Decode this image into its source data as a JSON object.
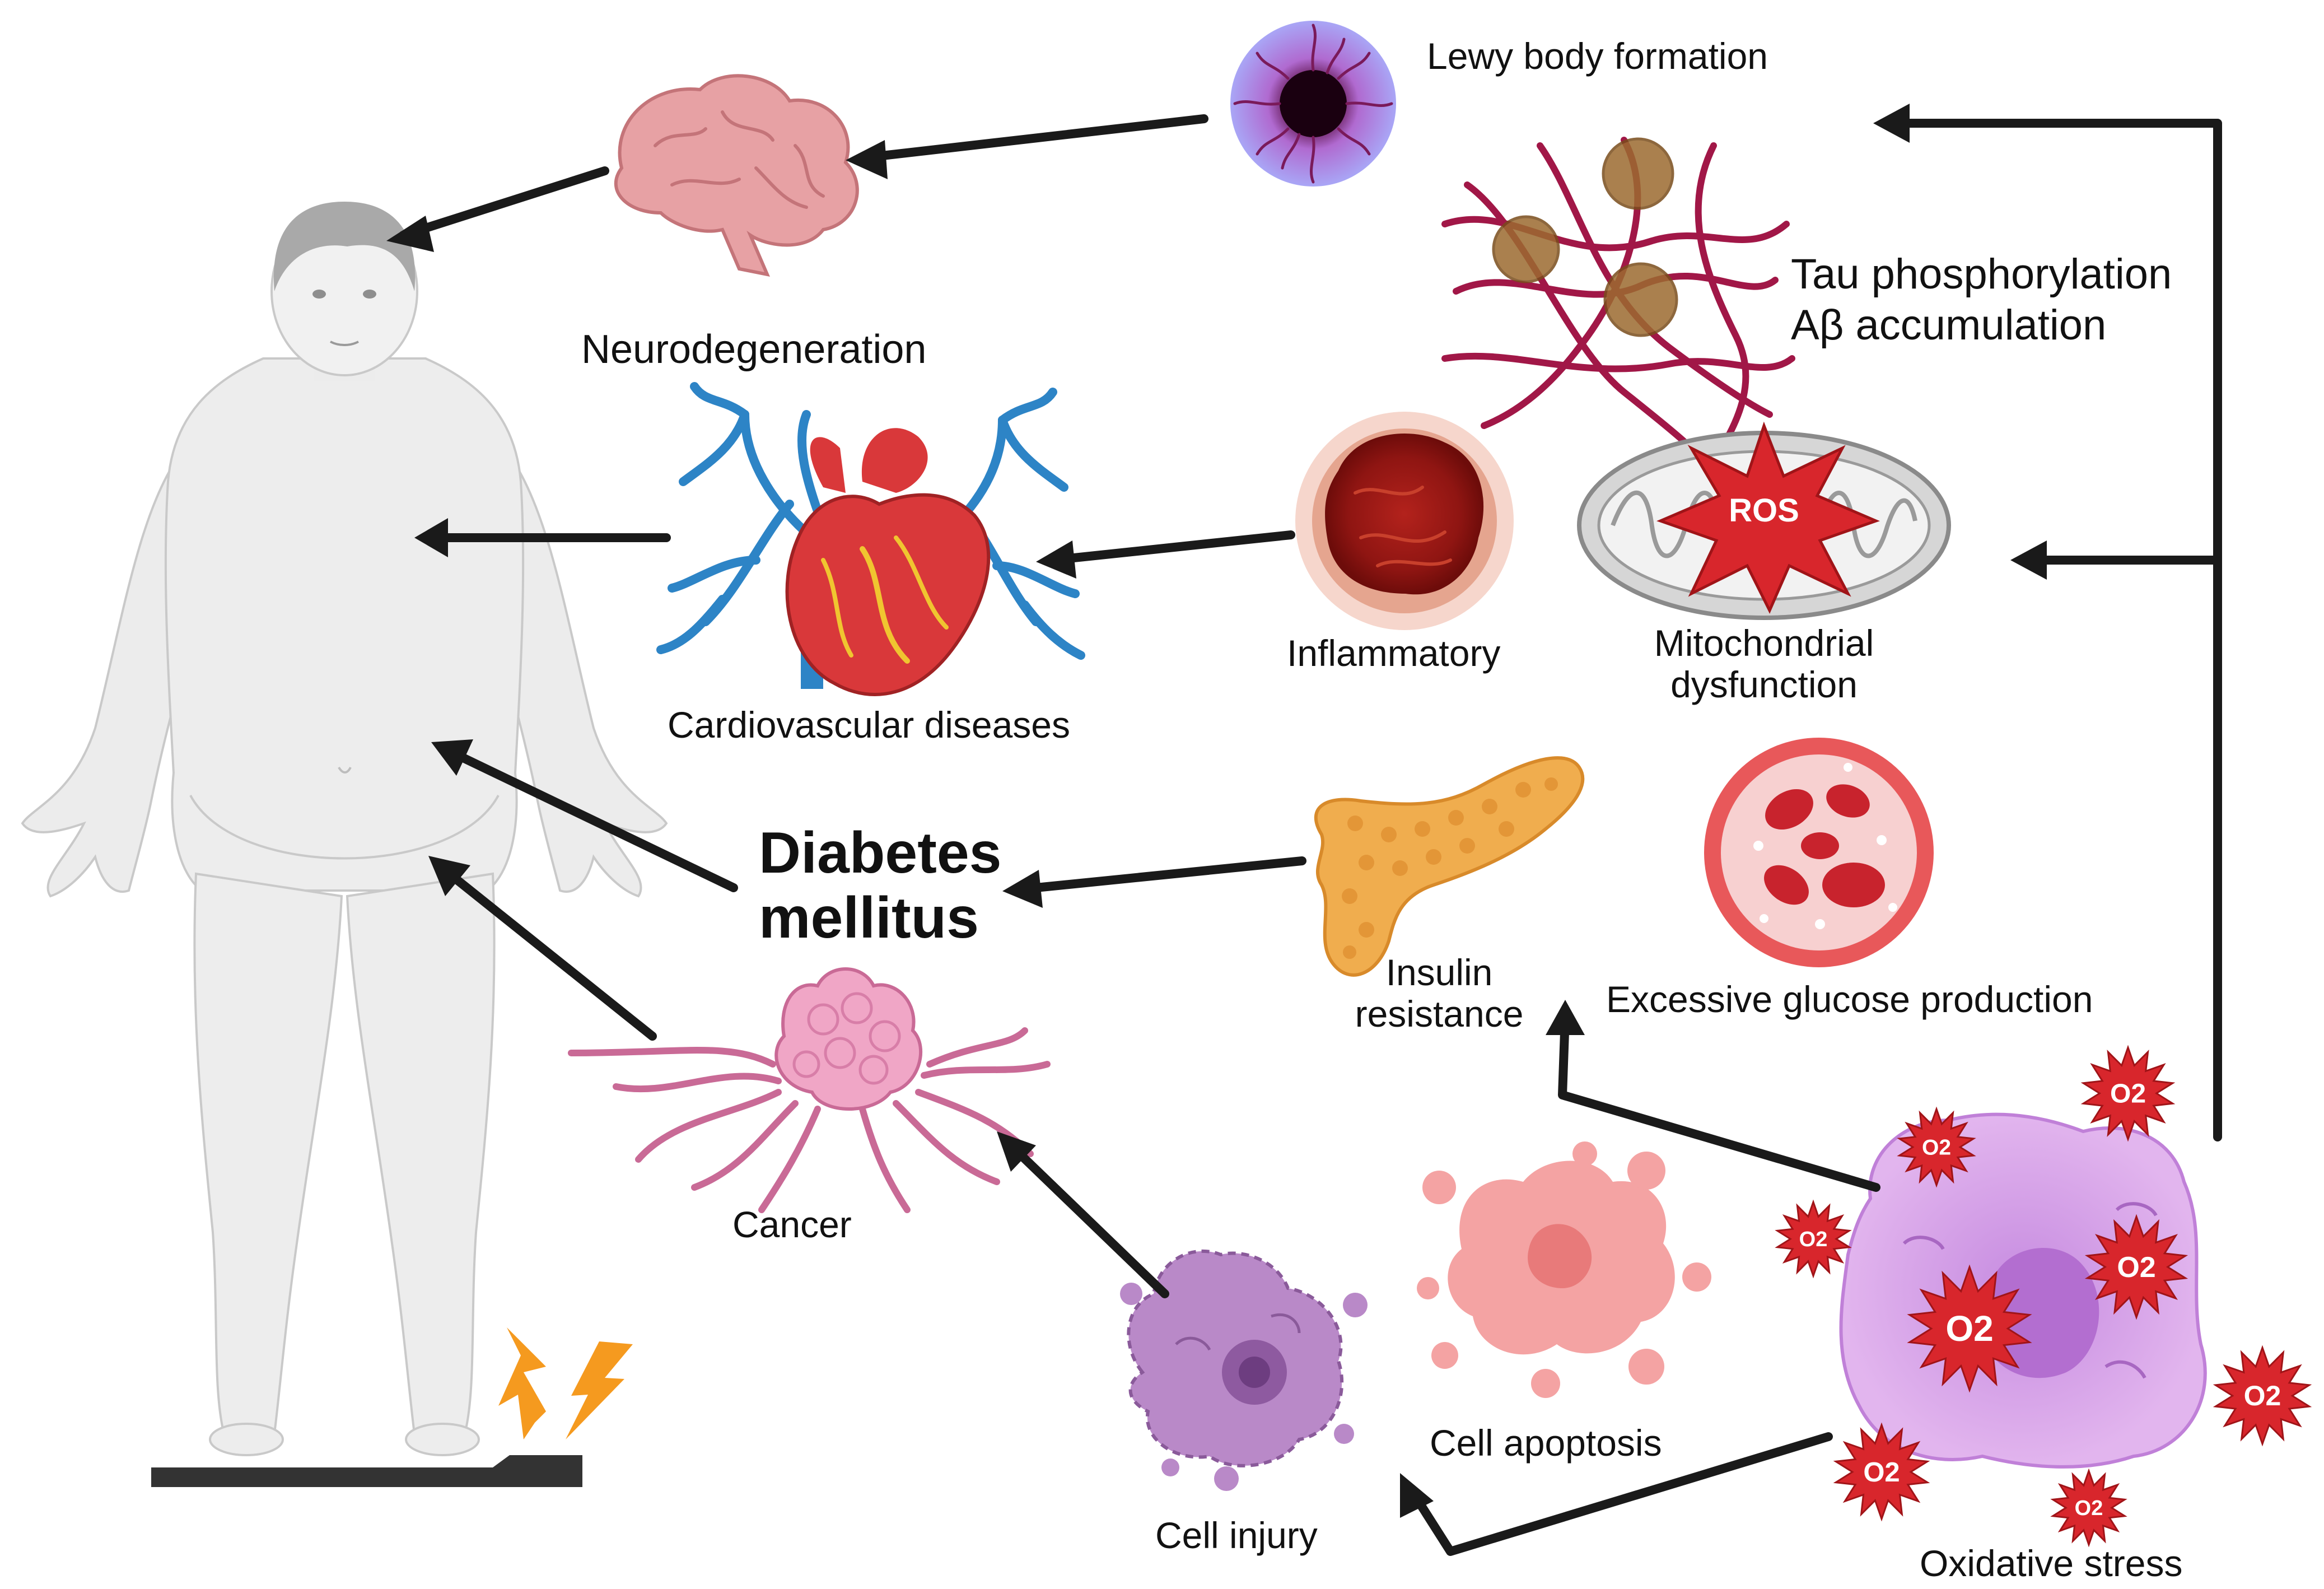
{
  "labels": {
    "lewy_body": "Lewy body formation",
    "neurodegeneration": "Neurodegeneration",
    "tau_line1": "Tau phosphorylation",
    "tau_line2": "Aβ accumulation",
    "inflammatory": "Inflammatory",
    "mito_line1": "Mitochondrial",
    "mito_line2": "dysfunction",
    "ros": "ROS",
    "cardio": "Cardiovascular diseases",
    "diabetes_line1": "Diabetes",
    "diabetes_line2": "mellitus",
    "insulin_line1": "Insulin",
    "insulin_line2": "resistance",
    "glucose": "Excessive glucose production",
    "cancer": "Cancer",
    "apoptosis": "Cell apoptosis",
    "injury": "Cell injury",
    "oxidative": "Oxidative stress",
    "o2": "O2"
  },
  "icons": [
    "human-body-icon",
    "brain-icon",
    "heart-icon",
    "lewy-body-icon",
    "tau-tangle-icon",
    "inflamed-tissue-icon",
    "mitochondrion-icon",
    "pancreas-icon",
    "blood-vessel-icon",
    "tumor-icon",
    "apoptotic-cell-icon",
    "injured-cell-icon",
    "stressed-cell-icon",
    "superoxide-burst-icon",
    "weight-scale-icon",
    "lightning-icon"
  ],
  "colors": {
    "arrow": "#1a1a1a",
    "ros_red": "#d8262c",
    "body": "#ececec",
    "brain": "#e7a1a4",
    "heart_red": "#d9383a",
    "vein_blue": "#2d84c6",
    "pancreas": "#f0ad4e",
    "lewy_purple": "#5b1046",
    "cell_purple": "#d9a4e6",
    "apoptosis_pink": "#f4a3a3",
    "tumor_pink": "#f0a6c6",
    "lightning": "#f59a1f"
  }
}
